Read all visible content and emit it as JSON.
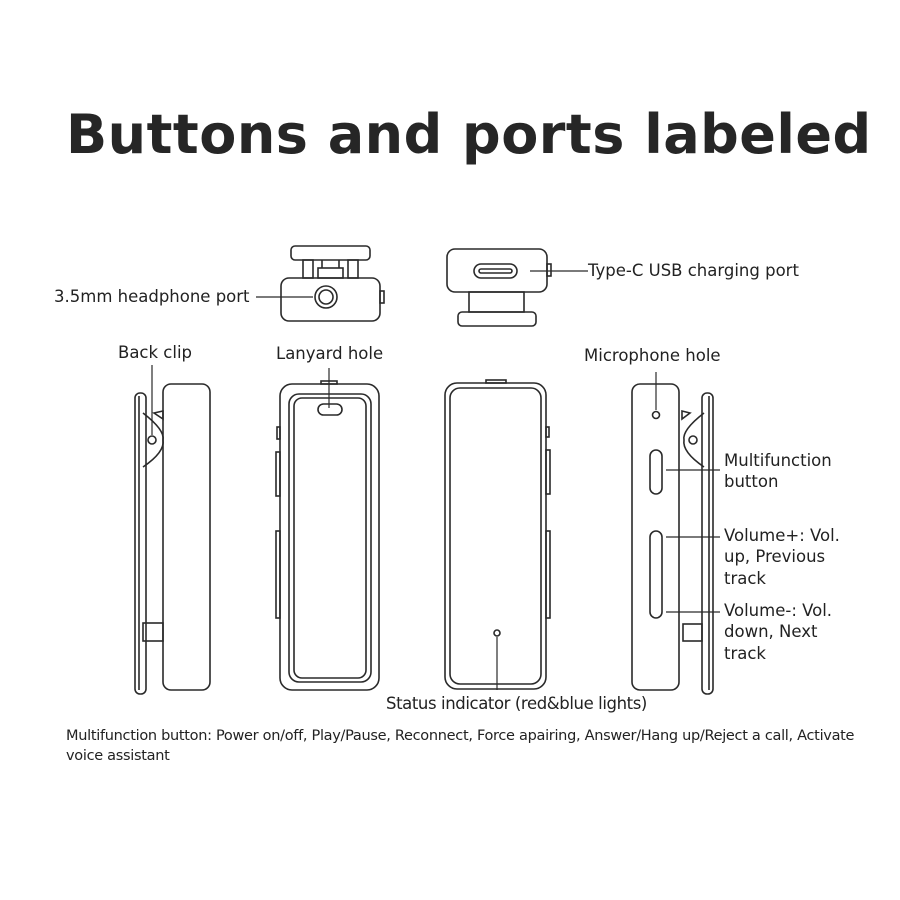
{
  "title": "Buttons and ports labeled",
  "labels": {
    "headphone_port": "3.5mm headphone port",
    "usb_port": "Type-C USB charging port",
    "back_clip": "Back clip",
    "lanyard_hole": "Lanyard hole",
    "microphone_hole": "Microphone hole",
    "multifunction_button": "Multifunction button",
    "volume_up": "Volume+: Vol. up, Previous track",
    "volume_down": "Volume-: Vol. down, Next track",
    "status_indicator": "Status indicator (red&blue lights)"
  },
  "footnote": "Multifunction button: Power on/off, Play/Pause, Reconnect, Force apairing, Answer/Hang up/Reject a call, Activate voice assistant",
  "colors": {
    "line": "#2a2a2a",
    "text": "#222222",
    "background": "#ffffff"
  }
}
